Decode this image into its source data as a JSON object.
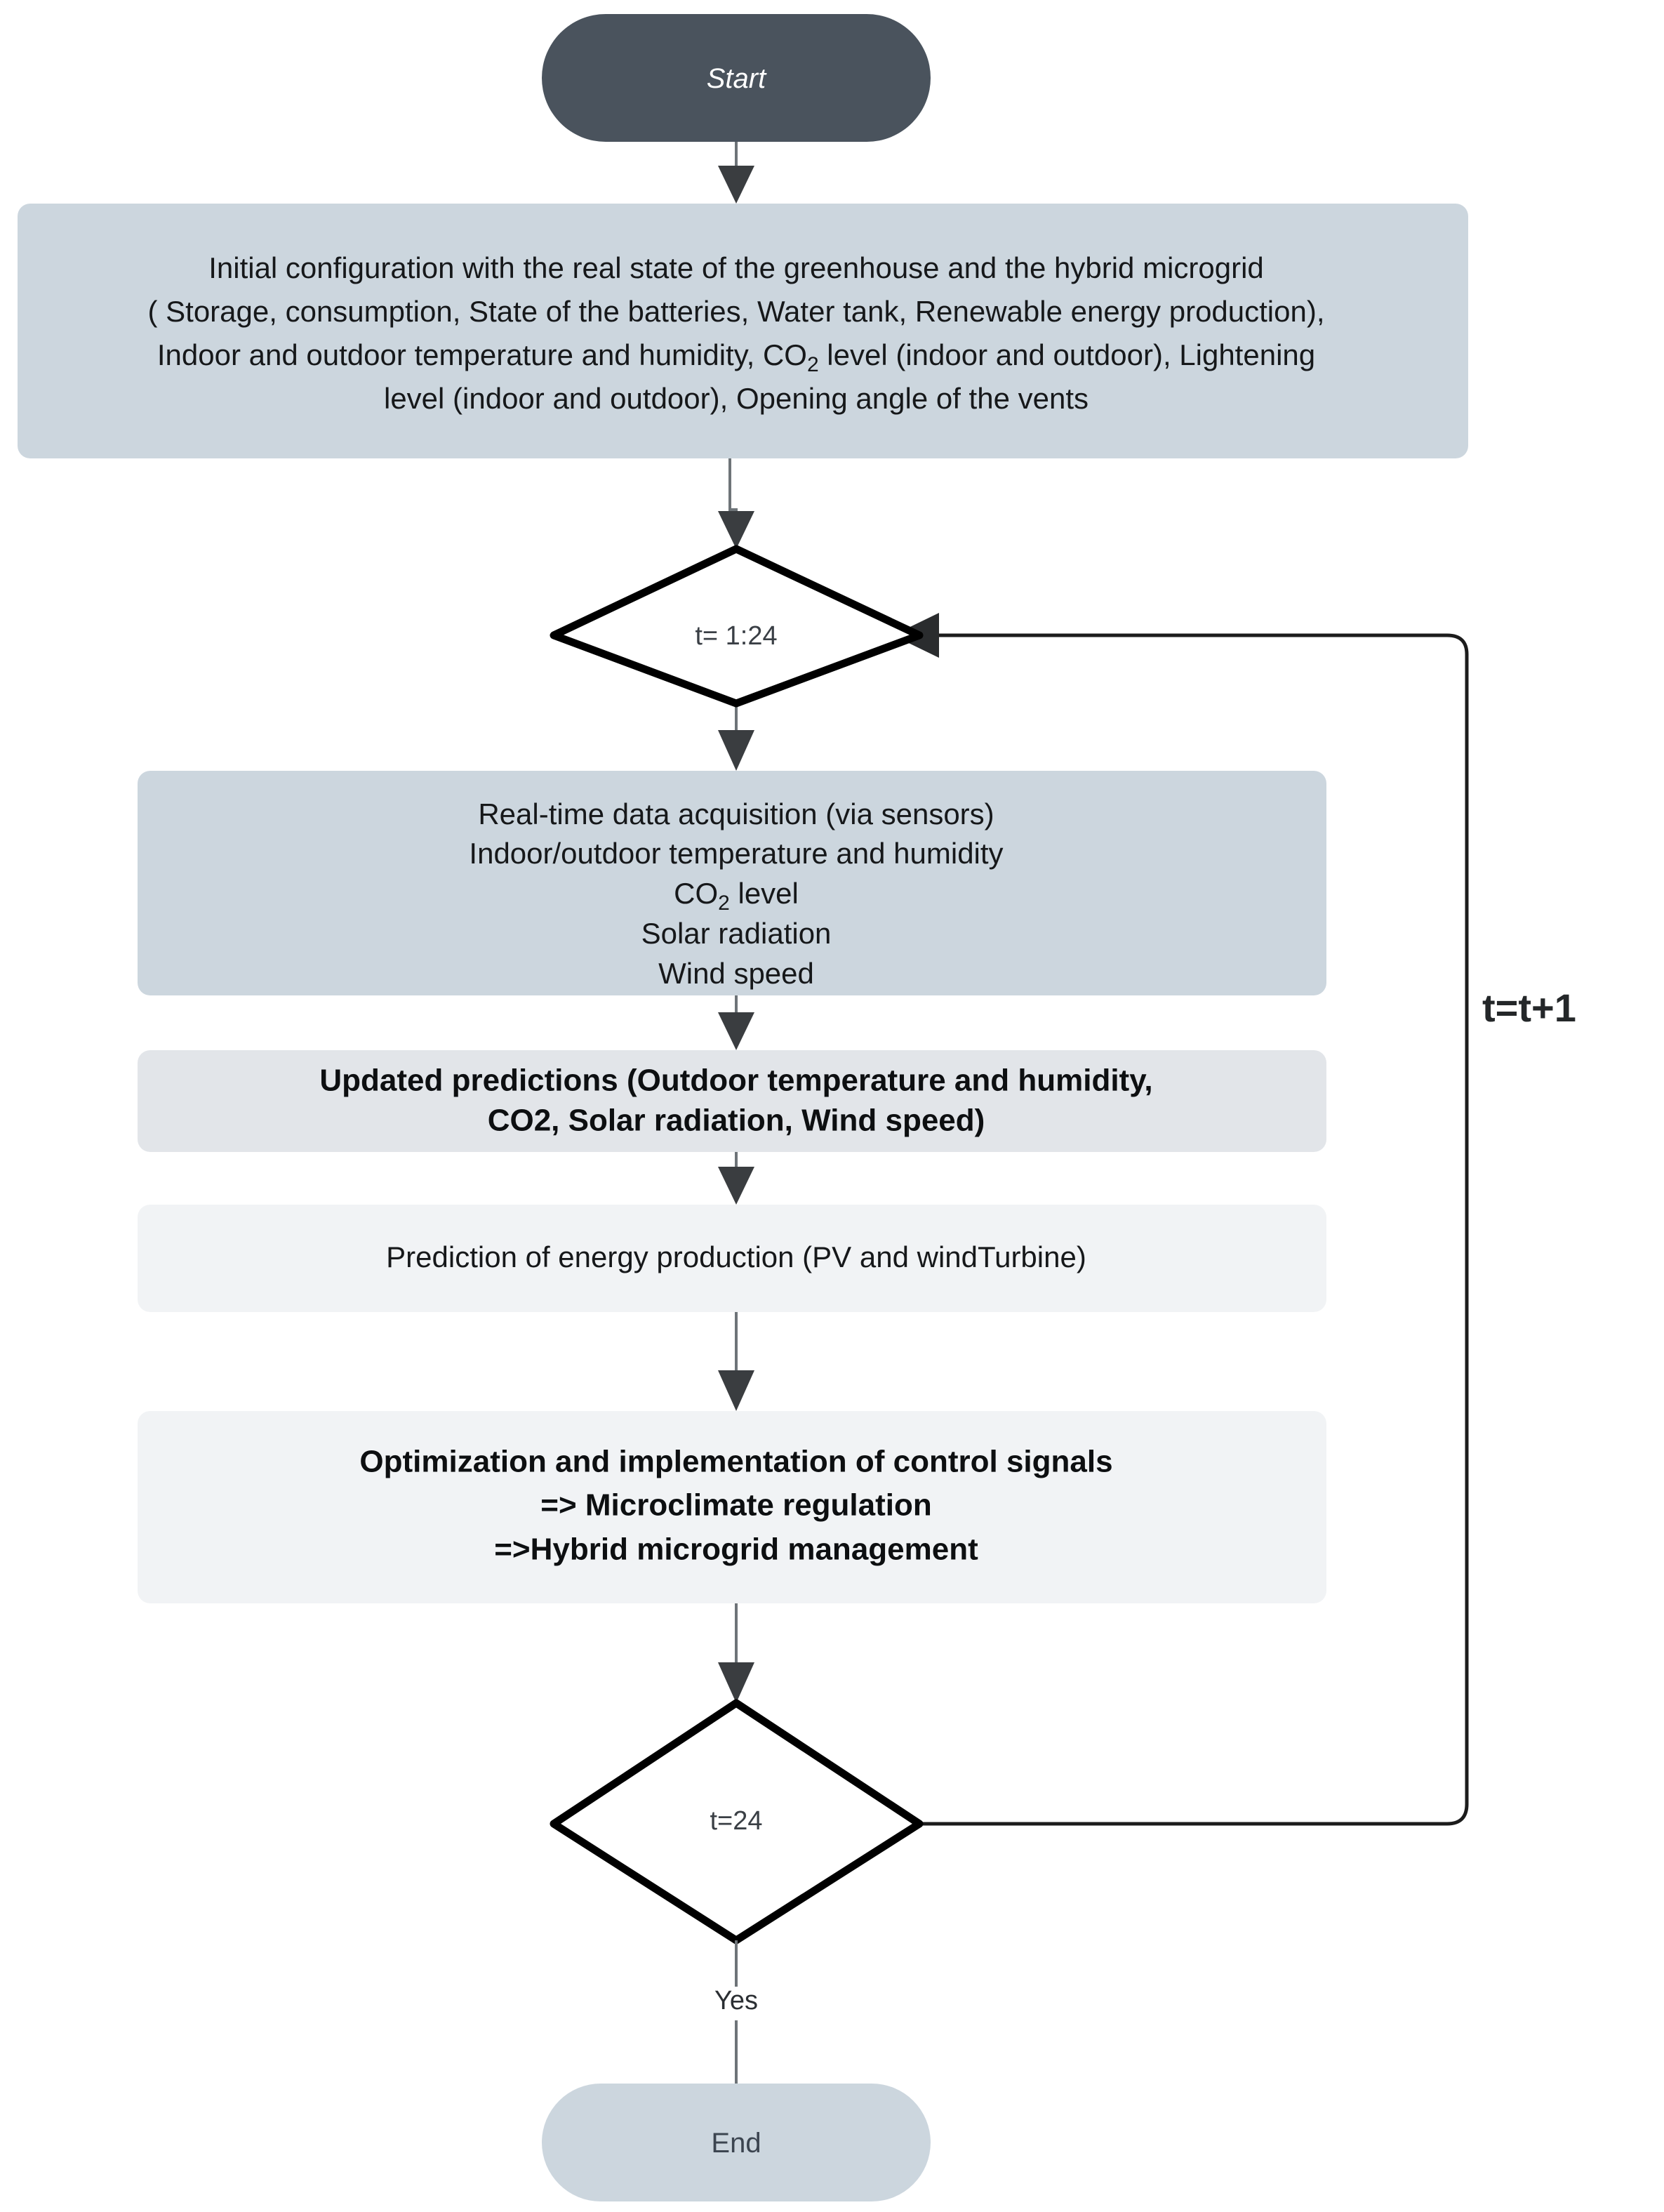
{
  "diagram": {
    "title": "Greenhouse hybrid microgrid control flowchart",
    "colors": {
      "start_fill": "#4a535d",
      "end_fill": "#ccd6de",
      "process_blue_fill": "#ccd6de",
      "process_gray_fill": "#e2e5e9",
      "process_light_fill": "#f1f3f5",
      "decision_stroke": "#000000",
      "connector": "#6e7478",
      "loop_line": "#1c1c1c",
      "text": "#16181a"
    },
    "nodes": {
      "start": {
        "type": "terminal",
        "label": "Start"
      },
      "initial_configuration": {
        "type": "process",
        "lines": [
          "Initial configuration with the real state of the greenhouse and the hybrid microgrid",
          "( Storage, consumption, State of the batteries, Water tank, Renewable energy production),",
          "Indoor and outdoor temperature and humidity, CO|2| level (indoor and outdoor), Lightening",
          "level (indoor and outdoor), Opening angle of the vents"
        ]
      },
      "loop_decision": {
        "type": "decision",
        "label": "t= 1:24"
      },
      "data_acquisition": {
        "type": "process",
        "lines": [
          "Real-time data acquisition (via sensors)",
          "Indoor/outdoor temperature and humidity",
          "CO|2| level",
          "Solar radiation",
          "Wind speed"
        ]
      },
      "updated_predictions": {
        "type": "process",
        "lines": [
          "Updated predictions  (Outdoor temperature and humidity,",
          "CO2, Solar radiation, Wind speed)"
        ]
      },
      "energy_prediction": {
        "type": "process",
        "lines": [
          "Prediction of energy production (PV and windTurbine)"
        ]
      },
      "optimization": {
        "type": "process",
        "lines": [
          "Optimization and implementation of control signals",
          "=> Microclimate regulation",
          "=>Hybrid microgrid management"
        ]
      },
      "end_decision": {
        "type": "decision",
        "label": "t=24"
      },
      "end": {
        "type": "terminal",
        "label": "End"
      }
    },
    "edges": {
      "yes_label": "Yes",
      "increment_label": "t=t+1"
    }
  }
}
